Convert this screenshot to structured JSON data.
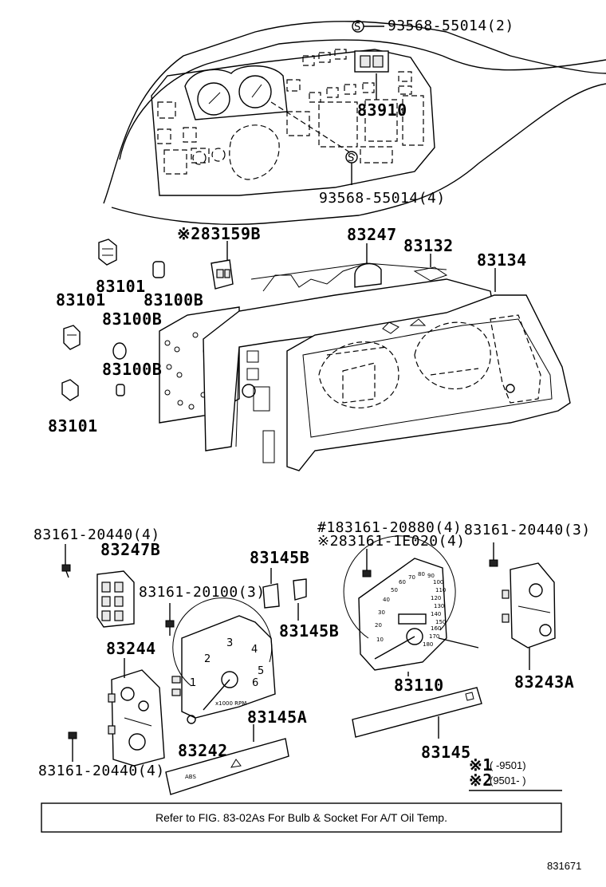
{
  "parts": {
    "p93568_55014_2": "93568-55014(2)",
    "p83910": "83910",
    "p93568_55014_4": "93568-55014(4)",
    "p283159B": "※283159B",
    "p83247": "83247",
    "p83132": "83132",
    "p83134": "83134",
    "p83101_a": "83101",
    "p83100B_a": "83100B",
    "p83101_b": "83101",
    "p83100B_b": "83100B",
    "p83100B_c": "83100B",
    "p83101_c": "83101",
    "p83161_20440_4_a": "83161-20440(4)",
    "p83247B": "83247B",
    "p83145B_a": "83145B",
    "p83161_20100_3": "83161-20100(3)",
    "p83145B_b": "83145B",
    "p83244": "83244",
    "p83145A": "83145A",
    "p83242": "83242",
    "p83161_20440_4_b": "83161-20440(4)",
    "p183161_20880_4": "#183161-20880(4)",
    "p283161_1E020_4": "※283161-1E020(4)",
    "p83161_20440_3": "83161-20440(3)",
    "p83110": "83110",
    "p83243A": "83243A",
    "p83145": "83145"
  },
  "legend": {
    "row1_mark": "※1",
    "row1_range": "(      -9501)",
    "row2_mark": "※2",
    "row2_range": "(9501-       )"
  },
  "gauge_small": {
    "n1": "1",
    "n2": "2",
    "n3": "3",
    "n4": "4",
    "n5": "5",
    "n6": "6",
    "unit": "x1000 RPM"
  },
  "gauge_speedo": {
    "n10": "10",
    "n20": "20",
    "n30": "30",
    "n40": "40",
    "n50": "50",
    "n60": "60",
    "n70": "70",
    "n80": "80",
    "n90": "90",
    "n100": "100",
    "n110": "110",
    "n120": "120",
    "n130": "130",
    "n140": "140",
    "n150": "150",
    "n160": "160",
    "n170": "170",
    "n180": "180"
  },
  "plate_left": {
    "abs": "ABS"
  },
  "note": "Refer to FIG. 83-02As For Bulb & Socket For A/T Oil Temp.",
  "figure_number": "831671"
}
